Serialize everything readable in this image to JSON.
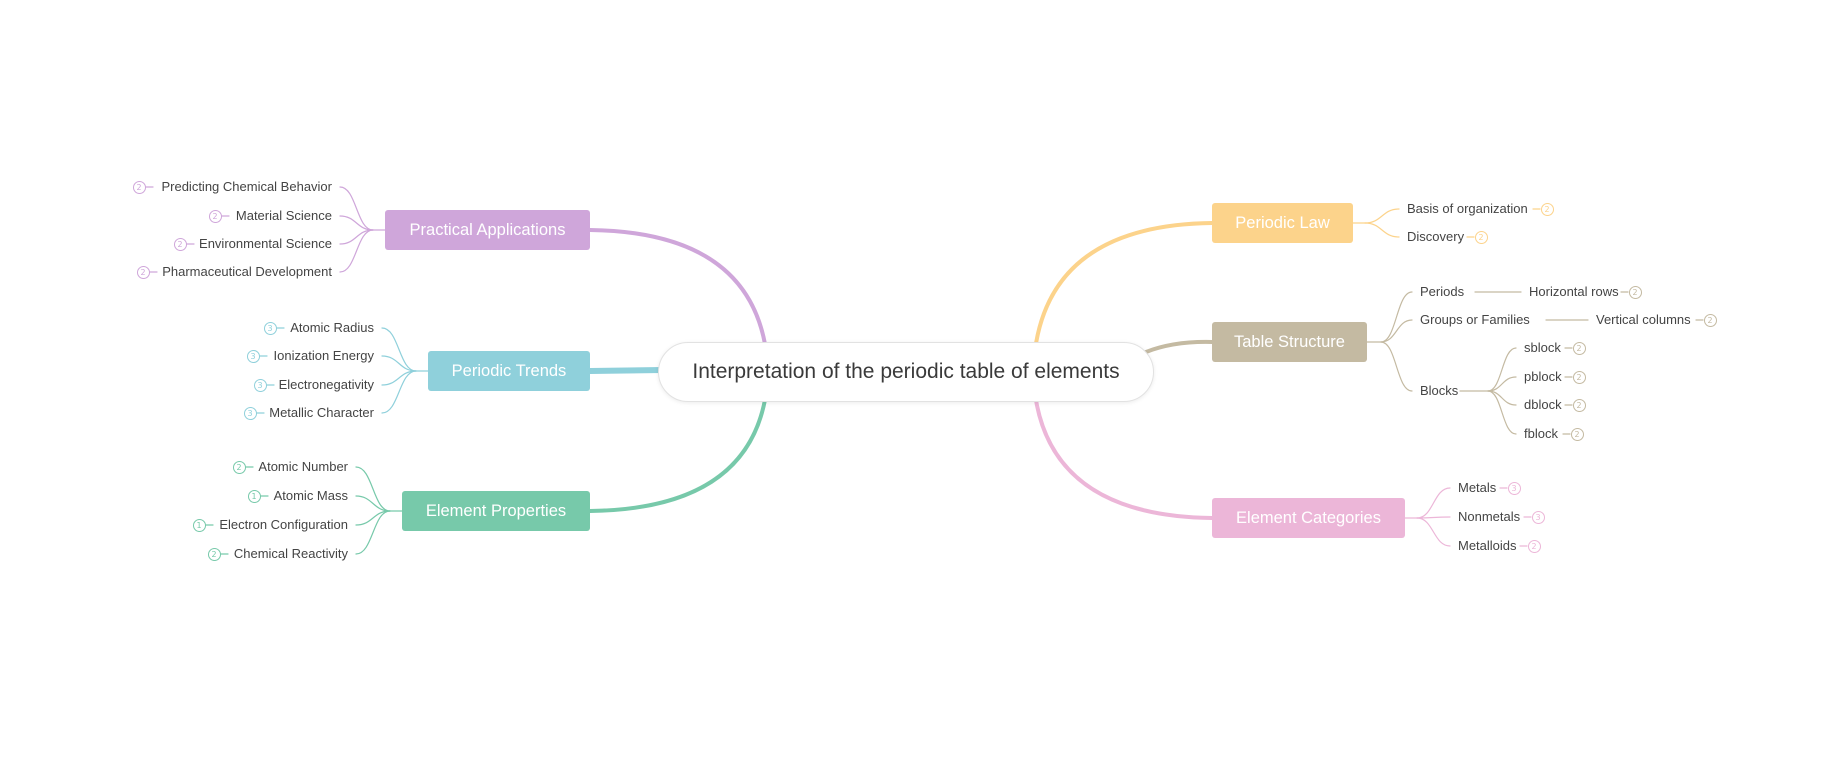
{
  "mindmap": {
    "central": "Interpretation of the periodic table of elements",
    "branches": [
      {
        "label": "Periodic Law",
        "color": "#fcd38b",
        "children": [
          {
            "label": "Basis of organization",
            "badge": "2"
          },
          {
            "label": "Discovery",
            "badge": "2"
          }
        ]
      },
      {
        "label": "Table Structure",
        "color": "#c4baa2",
        "children": [
          {
            "label": "Periods",
            "children": [
              {
                "label": "Horizontal rows",
                "badge": "2"
              }
            ]
          },
          {
            "label": "Groups or Families",
            "children": [
              {
                "label": "Vertical columns",
                "badge": "2"
              }
            ]
          },
          {
            "label": "Blocks",
            "children": [
              {
                "label": "sblock",
                "badge": "2"
              },
              {
                "label": "pblock",
                "badge": "2"
              },
              {
                "label": "dblock",
                "badge": "2"
              },
              {
                "label": "fblock",
                "badge": "2"
              }
            ]
          }
        ]
      },
      {
        "label": "Element Categories",
        "color": "#ecb6d8",
        "children": [
          {
            "label": "Metals",
            "badge": "3"
          },
          {
            "label": "Nonmetals",
            "badge": "3"
          },
          {
            "label": "Metalloids",
            "badge": "2"
          }
        ]
      },
      {
        "label": "Practical Applications",
        "color": "#cfa6da",
        "children": [
          {
            "label": "Predicting Chemical Behavior",
            "badge": "2"
          },
          {
            "label": "Material Science",
            "badge": "2"
          },
          {
            "label": "Environmental Science",
            "badge": "2"
          },
          {
            "label": "Pharmaceutical Development",
            "badge": "2"
          }
        ]
      },
      {
        "label": "Periodic Trends",
        "color": "#8fd0db",
        "children": [
          {
            "label": "Atomic Radius",
            "badge": "3"
          },
          {
            "label": "Ionization Energy",
            "badge": "3"
          },
          {
            "label": "Electronegativity",
            "badge": "3"
          },
          {
            "label": "Metallic Character",
            "badge": "3"
          }
        ]
      },
      {
        "label": "Element Properties",
        "color": "#77c9aa",
        "children": [
          {
            "label": "Atomic Number",
            "badge": "2"
          },
          {
            "label": "Atomic Mass",
            "badge": "1"
          },
          {
            "label": "Electron Configuration",
            "badge": "1"
          },
          {
            "label": "Chemical Reactivity",
            "badge": "2"
          }
        ]
      }
    ]
  }
}
